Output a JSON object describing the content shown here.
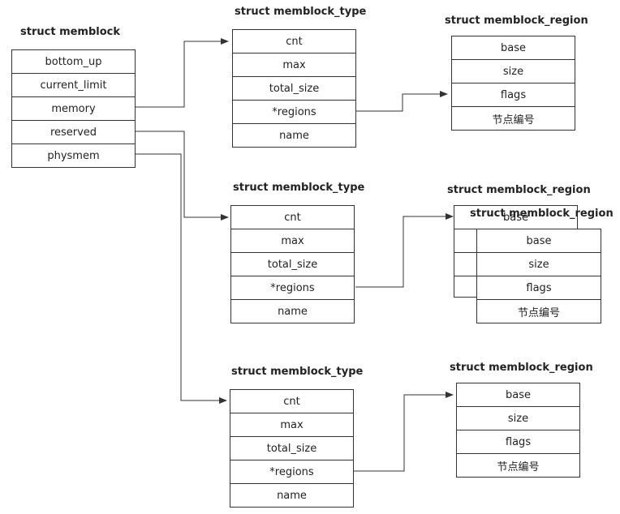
{
  "memblock": {
    "title": "struct memblock",
    "fields": [
      "bottom_up",
      "current_limit",
      "memory",
      "reserved",
      "physmem"
    ]
  },
  "types": [
    {
      "title": "struct memblock_type",
      "fields": [
        "cnt",
        "max",
        "total_size",
        "*regions",
        "name"
      ]
    },
    {
      "title": "struct memblock_type",
      "fields": [
        "cnt",
        "max",
        "total_size",
        "*regions",
        "name"
      ]
    },
    {
      "title": "struct memblock_type",
      "fields": [
        "cnt",
        "max",
        "total_size",
        "*regions",
        "name"
      ]
    }
  ],
  "regions": [
    {
      "title": "struct memblock_region",
      "fields": [
        "base",
        "size",
        "flags",
        "节点编号"
      ]
    },
    {
      "title": "struct memblock_region",
      "back_title": "struct memblock_region",
      "back_field": "base",
      "fields": [
        "base",
        "size",
        "flags",
        "节点编号"
      ]
    },
    {
      "title": "struct memblock_region",
      "fields": [
        "base",
        "size",
        "flags",
        "节点编号"
      ]
    }
  ]
}
